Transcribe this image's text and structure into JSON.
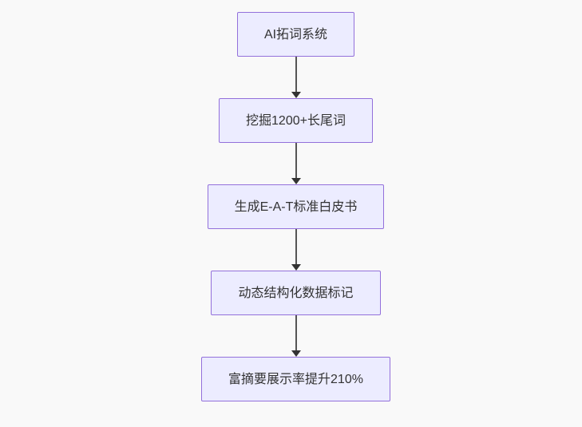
{
  "flowchart": {
    "type": "flowchart-top-down",
    "nodes": [
      {
        "id": "node-1",
        "label": "AI拓词系统"
      },
      {
        "id": "node-2",
        "label": "挖掘1200+长尾词"
      },
      {
        "id": "node-3",
        "label": "生成E-A-T标准白皮书"
      },
      {
        "id": "node-4",
        "label": "动态结构化数据标记"
      },
      {
        "id": "node-5",
        "label": "富摘要展示率提升210%"
      }
    ],
    "edges": [
      {
        "from": "node-1",
        "to": "node-2"
      },
      {
        "from": "node-2",
        "to": "node-3"
      },
      {
        "from": "node-3",
        "to": "node-4"
      },
      {
        "from": "node-4",
        "to": "node-5"
      }
    ],
    "colors": {
      "node_fill": "#ECECFF",
      "node_border": "#9370DB",
      "node_text": "#333333",
      "arrow_line": "#555555",
      "arrow_head": "#333333",
      "background": "#f9f9f9"
    }
  }
}
